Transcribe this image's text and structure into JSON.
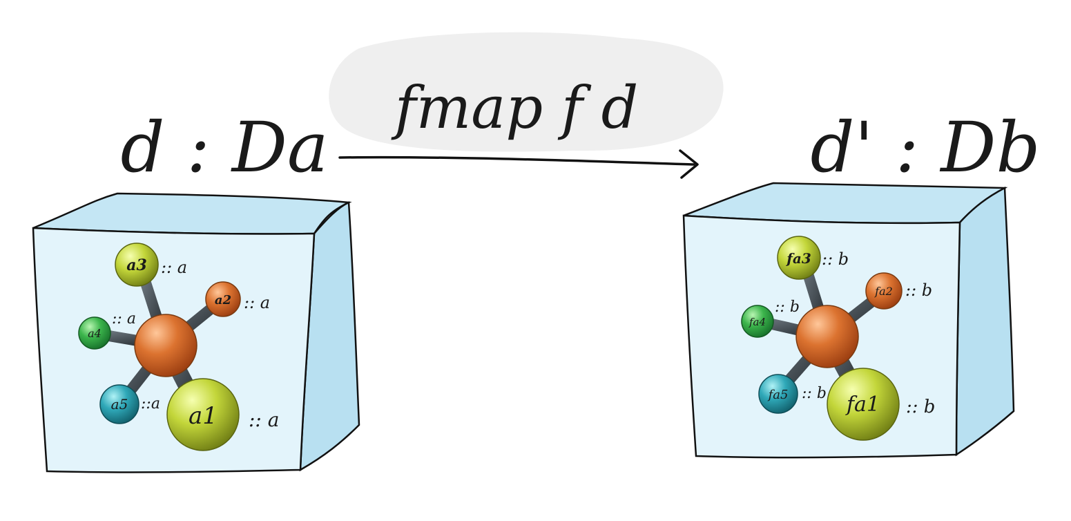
{
  "arrow": {
    "label": "fmap f d"
  },
  "left_box": {
    "title": "d : Da",
    "atoms": [
      {
        "label": "a3",
        "type": ":: a"
      },
      {
        "label": "a2",
        "type": ":: a"
      },
      {
        "label": "a4",
        "type": ":: a"
      },
      {
        "label": "a5",
        "type": "::a"
      },
      {
        "label": "a1",
        "type": ":: a"
      }
    ]
  },
  "right_box": {
    "title": "d' : Db",
    "atoms": [
      {
        "label": "fa3",
        "type": ":: b"
      },
      {
        "label": "fa2",
        "type": ":: b"
      },
      {
        "label": "fa4",
        "type": ":: b"
      },
      {
        "label": "fa5",
        "type": ":: b"
      },
      {
        "label": "fa1",
        "type": ":: b"
      }
    ]
  },
  "colors": {
    "box_face": "#e3f4fb",
    "box_side": "#bfe3f2",
    "center_atom": "#d9702c",
    "yellow_green_atom": "#b8c936",
    "orange_atom": "#d9702c",
    "green_atom": "#3aa84a",
    "teal_atom": "#2aa0b0",
    "label_bubble": "#efefef"
  }
}
